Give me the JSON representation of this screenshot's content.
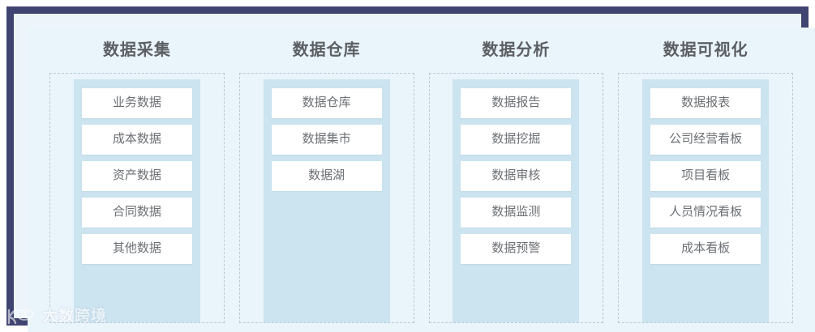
{
  "frame": {
    "border_color": "#3f4471",
    "stage_color": "#eaf4fb"
  },
  "theme": {
    "panel_color": "#cbe4ef",
    "card_color": "#ffffff",
    "title_color": "#5b5f63",
    "card_text_color": "#6c7074",
    "dashed_border_color": "#b8c9d6"
  },
  "columns": [
    {
      "title": "数据采集",
      "items": [
        "业务数据",
        "成本数据",
        "资产数据",
        "合同数据",
        "其他数据"
      ]
    },
    {
      "title": "数据仓库",
      "items": [
        "数据仓库",
        "数据集市",
        "数据湖"
      ]
    },
    {
      "title": "数据分析",
      "items": [
        "数据报告",
        "数据挖掘",
        "数据审核",
        "数据监测",
        "数据预警"
      ]
    },
    {
      "title": "数据可视化",
      "items": [
        "数据报表",
        "公司经营看板",
        "项目看板",
        "人员情况看板",
        "成本看板"
      ]
    }
  ],
  "watermark": {
    "logo_icon": "dashukuajing-logo-icon",
    "text": "大数跨境"
  }
}
